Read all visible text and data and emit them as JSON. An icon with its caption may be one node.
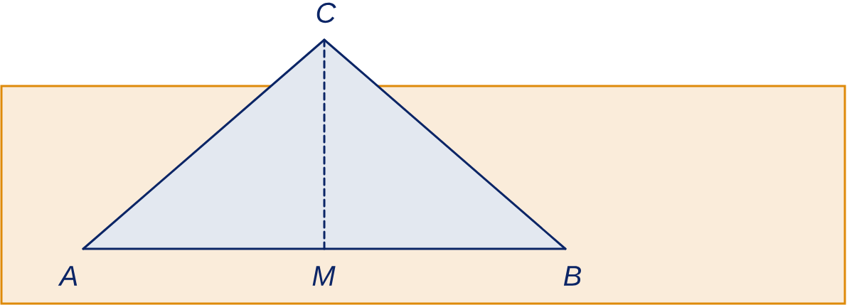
{
  "diagram": {
    "nodes": [
      {
        "text": [
          "C"
        ]
      },
      {
        "text": [
          "A"
        ]
      },
      {
        "text": [
          "M"
        ]
      },
      {
        "text": [
          "B"
        ]
      }
    ],
    "edges": [
      {
        "from": 1,
        "to": 3,
        "arrow": "none"
      },
      {
        "from": 3,
        "to": 0,
        "arrow": "none"
      },
      {
        "from": 0,
        "to": 1,
        "arrow": "none"
      },
      {
        "from": 0,
        "to": 2,
        "arrow": "none",
        "style": "dashed"
      }
    ]
  }
}
